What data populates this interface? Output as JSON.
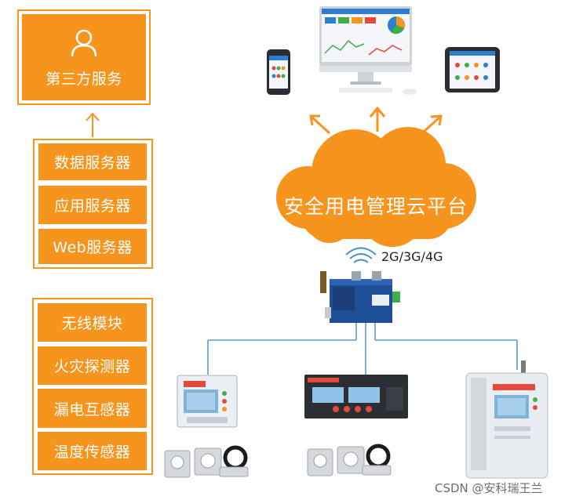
{
  "left": {
    "third_party": "第三方服务",
    "servers": [
      "数据服务器",
      "应用服务器",
      "Web服务器"
    ],
    "devices": [
      "无线模块",
      "火灾探测器",
      "漏电互感器",
      "温度传感器"
    ]
  },
  "cloud": {
    "label": "安全用电管理云平台"
  },
  "network": {
    "label": "2G/3G/4G"
  },
  "watermark": "CSDN @安科瑞王兰",
  "colors": {
    "accent": "#f7941d",
    "line": "#5b9bd5",
    "text": "#ffffff"
  }
}
